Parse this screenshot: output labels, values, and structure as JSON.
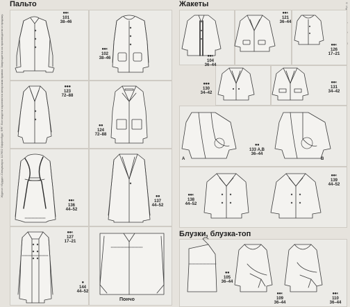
{
  "sections": {
    "coats": "Пальто",
    "jackets": "Жакеты",
    "blouses": "Блузки, блузка-топ"
  },
  "side_texts": {
    "left": "Журнал «Бурда»-Спецвыпуск. 117652 Оффенбург, ФРГ. Все модели охраняются авторским правом. Запрещается их производство и продажу.",
    "right": "© Издательский дом «Бурда». Перевод с немецкого языка"
  },
  "models": {
    "m101": {
      "num": "101",
      "size": "38–46",
      "dots": "●●◐"
    },
    "m102": {
      "num": "102",
      "size": "38–46",
      "dots": "●●◐"
    },
    "m123": {
      "num": "123",
      "size": "72–88",
      "dots": "●●●"
    },
    "m124": {
      "num": "124",
      "size": "72–88",
      "dots": "●●"
    },
    "m136": {
      "num": "136",
      "size": "44–52",
      "dots": "●●◐"
    },
    "m137": {
      "num": "137",
      "size": "44–52",
      "dots": "●●"
    },
    "m127": {
      "num": "127",
      "size": "17–21",
      "dots": "●●◐"
    },
    "m144": {
      "num": "144",
      "size": "44–52",
      "dots": "●"
    },
    "m104": {
      "num": "104",
      "size": "36–44",
      "dots": "●●◐"
    },
    "m121": {
      "num": "121",
      "size": "36–44",
      "dots": "●●◐"
    },
    "m126": {
      "num": "126",
      "size": "17–21",
      "dots": "●●◐"
    },
    "m130": {
      "num": "130",
      "size": "34–42",
      "dots": "●●●"
    },
    "m131": {
      "num": "131",
      "size": "34–42",
      "dots": "●●◐"
    },
    "m133": {
      "num": "133 А,В",
      "size": "36–44",
      "dots": "●●"
    },
    "m138": {
      "num": "138",
      "size": "44–52",
      "dots": "●●◐"
    },
    "m139": {
      "num": "139",
      "size": "44–52",
      "dots": "●●◐"
    },
    "m105": {
      "num": "105",
      "size": "36–44",
      "dots": "●●"
    },
    "m109": {
      "num": "109",
      "size": "36–44",
      "dots": "●●◐"
    },
    "m110": {
      "num": "110",
      "size": "36–44",
      "dots": "●●◐"
    }
  },
  "variants": {
    "a": "А",
    "b": "В"
  },
  "poncho": "Пончо"
}
